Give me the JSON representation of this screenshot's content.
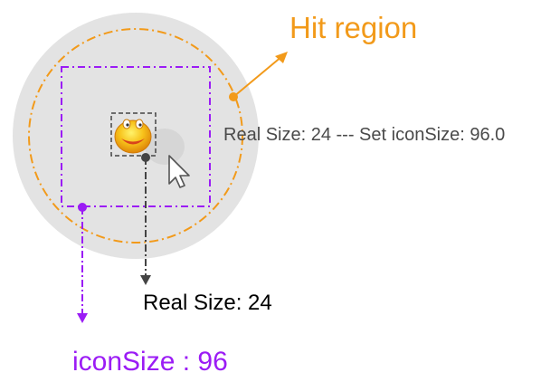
{
  "labels": {
    "hit_region": "Hit region",
    "inline_text": "Real Size: 24 --- Set iconSize: 96.0",
    "real_size": "Real Size: 24",
    "icon_size": "iconSize : 96"
  },
  "icons": {
    "emoji": "smiley-emoji-icon",
    "cursor": "mouse-pointer-icon"
  },
  "colors": {
    "hit_region": "#f29a1a",
    "icon_size_box": "#9b1cf5",
    "real_size_box": "#444444",
    "circle_fill": "#e3e3e3"
  }
}
